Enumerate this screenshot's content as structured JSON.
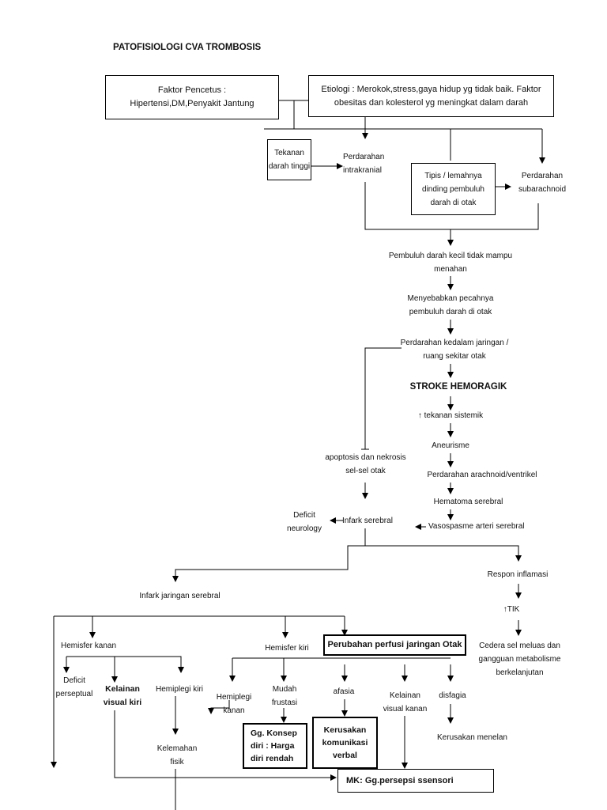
{
  "title": "PATOFISIOLOGI CVA TROMBOSIS",
  "nodes": {
    "faktor_pencetus": "Faktor Pencetus :\nHipertensi,DM,Penyakit Jantung",
    "etiologi": "Etiologi : Merokok,stress,gaya hidup yg tidak baik. Faktor obesitas dan kolesterol yg meningkat dalam darah",
    "tekanan_darah": "Tekanan\ndarah tinggi",
    "perdarahan_intrakranial": "Perdarahan\nintrakranial",
    "tipis_lemah": "Tipis / lemahnya\ndinding pembuluh\ndarah di otak",
    "perdarahan_subarachnoid": "Perdarahan\nsubarachnoid",
    "pembuluh_kecil": "Pembuluh darah kecil tidak mampu\nmenahan",
    "pecahnya": "Menyebabkan pecahnya\npembuluh darah di otak",
    "perdarahan_jaringan": "Perdarahan kedalam jaringan /\nruang sekitar otak",
    "stroke_hemoragik": "STROKE HEMORAGIK",
    "tekanan_sistemik": "↑ tekanan sistemik",
    "aneurisme": "Aneurisme",
    "apoptosis": "apoptosis dan nekrosis\nsel-sel otak",
    "perdarahan_arachnoid": "Perdarahan arachnoid/ventrikel",
    "hematoma": "Hematoma serebral",
    "deficit_neurology": "Deficit\nneurology",
    "infark_serebral": "Infark serebral",
    "vasospasme": "Vasospasme arteri serebral",
    "respon_inflamasi": "Respon inflamasi",
    "tik": "↑TIK",
    "cedera_sel": "Cedera sel meluas dan\ngangguan metabolisme\nberkelanjutan",
    "infark_jaringan": "Infark jaringan serebral",
    "hemisfer_kanan": "Hemisfer kanan",
    "hemisfer_kiri": "Hemisfer kiri",
    "perubahan_perfusi": "Perubahan perfusi jaringan Otak",
    "deficit_perseptual": "Deficit\nperseptual",
    "kelainan_visual_kiri": "Kelainan\nvisual kiri",
    "hemiplegi_kiri": "Hemiplegi kiri",
    "kelemahan_fisik": "Kelemahan\nfisik",
    "hemiplegi_kanan": "Hemiplegi\nkanan",
    "mudah_frustasi": "Mudah\nfrustasi",
    "afasia": "afasia",
    "kelainan_visual_kanan": "Kelainan\nvisual kanan",
    "disfagia": "disfagia",
    "gg_konsep_diri": "Gg. Konsep\ndiri : Harga\ndiri rendah",
    "kerusakan_komunikasi": "Kerusakan\nkomunikasi\nverbal",
    "kerusakan_menelan": "Kerusakan menelan",
    "mk_persepsi": "MK: Gg.persepsi  ssensori"
  }
}
